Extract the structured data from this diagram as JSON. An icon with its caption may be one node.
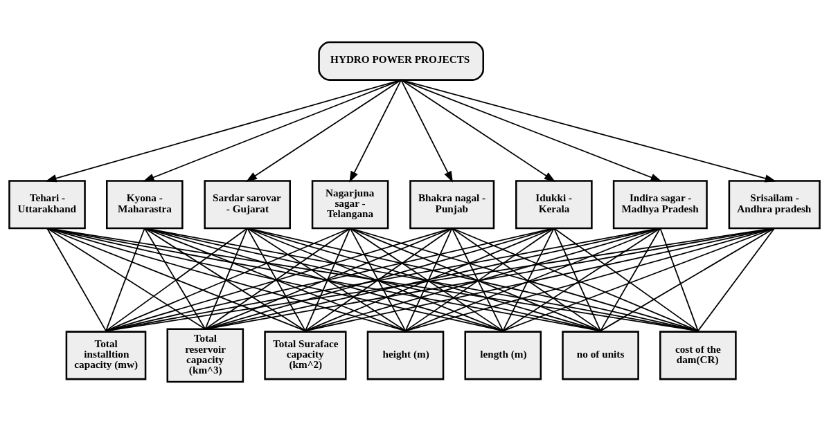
{
  "diagram": {
    "nodes": [
      {
        "text": [
          "HYDRO POWER PROJECTS"
        ]
      },
      {
        "text": [
          "Tehari - Uttarakhand"
        ]
      },
      {
        "text": [
          "Kyona - Maharastra"
        ]
      },
      {
        "text": [
          "Sardar sarovar - Gujarat"
        ]
      },
      {
        "text": [
          "Nagarjuna sagar - Telangana"
        ]
      },
      {
        "text": [
          "Bhakra nagal - Punjab"
        ]
      },
      {
        "text": [
          "Idukki - Kerala"
        ]
      },
      {
        "text": [
          "Indira sagar - Madhya Pradesh"
        ]
      },
      {
        "text": [
          "Srisailam - Andhra pradesh"
        ]
      },
      {
        "text": [
          "Total installtion capacity (mw)"
        ]
      },
      {
        "text": [
          "Total reservoir capacity (km^3)"
        ]
      },
      {
        "text": [
          "Total Suraface capacity (km^2)"
        ]
      },
      {
        "text": [
          "height (m)"
        ]
      },
      {
        "text": [
          "length (m)"
        ]
      },
      {
        "text": [
          "no of units"
        ]
      },
      {
        "text": [
          "cost of the dam(CR)"
        ]
      }
    ],
    "edges": [
      {
        "from": 0,
        "to": 1,
        "arrow": "to"
      },
      {
        "from": 0,
        "to": 2,
        "arrow": "to"
      },
      {
        "from": 0,
        "to": 3,
        "arrow": "to"
      },
      {
        "from": 0,
        "to": 4,
        "arrow": "to"
      },
      {
        "from": 0,
        "to": 5,
        "arrow": "to"
      },
      {
        "from": 0,
        "to": 6,
        "arrow": "to"
      },
      {
        "from": 0,
        "to": 7,
        "arrow": "to"
      },
      {
        "from": 0,
        "to": 8,
        "arrow": "to"
      },
      {
        "from": 1,
        "to": 9,
        "arrow": "none"
      },
      {
        "from": 1,
        "to": 10,
        "arrow": "none"
      },
      {
        "from": 1,
        "to": 11,
        "arrow": "none"
      },
      {
        "from": 1,
        "to": 12,
        "arrow": "none"
      },
      {
        "from": 1,
        "to": 13,
        "arrow": "none"
      },
      {
        "from": 1,
        "to": 14,
        "arrow": "none"
      },
      {
        "from": 1,
        "to": 15,
        "arrow": "none"
      },
      {
        "from": 2,
        "to": 9,
        "arrow": "none"
      },
      {
        "from": 2,
        "to": 10,
        "arrow": "none"
      },
      {
        "from": 2,
        "to": 11,
        "arrow": "none"
      },
      {
        "from": 2,
        "to": 12,
        "arrow": "none"
      },
      {
        "from": 2,
        "to": 13,
        "arrow": "none"
      },
      {
        "from": 2,
        "to": 14,
        "arrow": "none"
      },
      {
        "from": 2,
        "to": 15,
        "arrow": "none"
      },
      {
        "from": 3,
        "to": 9,
        "arrow": "none"
      },
      {
        "from": 3,
        "to": 10,
        "arrow": "none"
      },
      {
        "from": 3,
        "to": 11,
        "arrow": "none"
      },
      {
        "from": 3,
        "to": 12,
        "arrow": "none"
      },
      {
        "from": 3,
        "to": 13,
        "arrow": "none"
      },
      {
        "from": 3,
        "to": 14,
        "arrow": "none"
      },
      {
        "from": 3,
        "to": 15,
        "arrow": "none"
      },
      {
        "from": 4,
        "to": 9,
        "arrow": "none"
      },
      {
        "from": 4,
        "to": 10,
        "arrow": "none"
      },
      {
        "from": 4,
        "to": 11,
        "arrow": "none"
      },
      {
        "from": 4,
        "to": 12,
        "arrow": "none"
      },
      {
        "from": 4,
        "to": 13,
        "arrow": "none"
      },
      {
        "from": 4,
        "to": 14,
        "arrow": "none"
      },
      {
        "from": 4,
        "to": 15,
        "arrow": "none"
      },
      {
        "from": 5,
        "to": 9,
        "arrow": "none"
      },
      {
        "from": 5,
        "to": 10,
        "arrow": "none"
      },
      {
        "from": 5,
        "to": 11,
        "arrow": "none"
      },
      {
        "from": 5,
        "to": 12,
        "arrow": "none"
      },
      {
        "from": 5,
        "to": 13,
        "arrow": "none"
      },
      {
        "from": 5,
        "to": 14,
        "arrow": "none"
      },
      {
        "from": 5,
        "to": 15,
        "arrow": "none"
      },
      {
        "from": 6,
        "to": 9,
        "arrow": "none"
      },
      {
        "from": 6,
        "to": 10,
        "arrow": "none"
      },
      {
        "from": 6,
        "to": 11,
        "arrow": "none"
      },
      {
        "from": 6,
        "to": 12,
        "arrow": "none"
      },
      {
        "from": 6,
        "to": 13,
        "arrow": "none"
      },
      {
        "from": 6,
        "to": 14,
        "arrow": "none"
      },
      {
        "from": 6,
        "to": 15,
        "arrow": "none"
      },
      {
        "from": 7,
        "to": 9,
        "arrow": "none"
      },
      {
        "from": 7,
        "to": 10,
        "arrow": "none"
      },
      {
        "from": 7,
        "to": 11,
        "arrow": "none"
      },
      {
        "from": 7,
        "to": 12,
        "arrow": "none"
      },
      {
        "from": 7,
        "to": 13,
        "arrow": "none"
      },
      {
        "from": 7,
        "to": 14,
        "arrow": "none"
      },
      {
        "from": 7,
        "to": 15,
        "arrow": "none"
      },
      {
        "from": 8,
        "to": 9,
        "arrow": "none"
      },
      {
        "from": 8,
        "to": 10,
        "arrow": "none"
      },
      {
        "from": 8,
        "to": 11,
        "arrow": "none"
      },
      {
        "from": 8,
        "to": 12,
        "arrow": "none"
      },
      {
        "from": 8,
        "to": 13,
        "arrow": "none"
      },
      {
        "from": 8,
        "to": 14,
        "arrow": "none"
      },
      {
        "from": 8,
        "to": 15,
        "arrow": "none"
      }
    ]
  }
}
